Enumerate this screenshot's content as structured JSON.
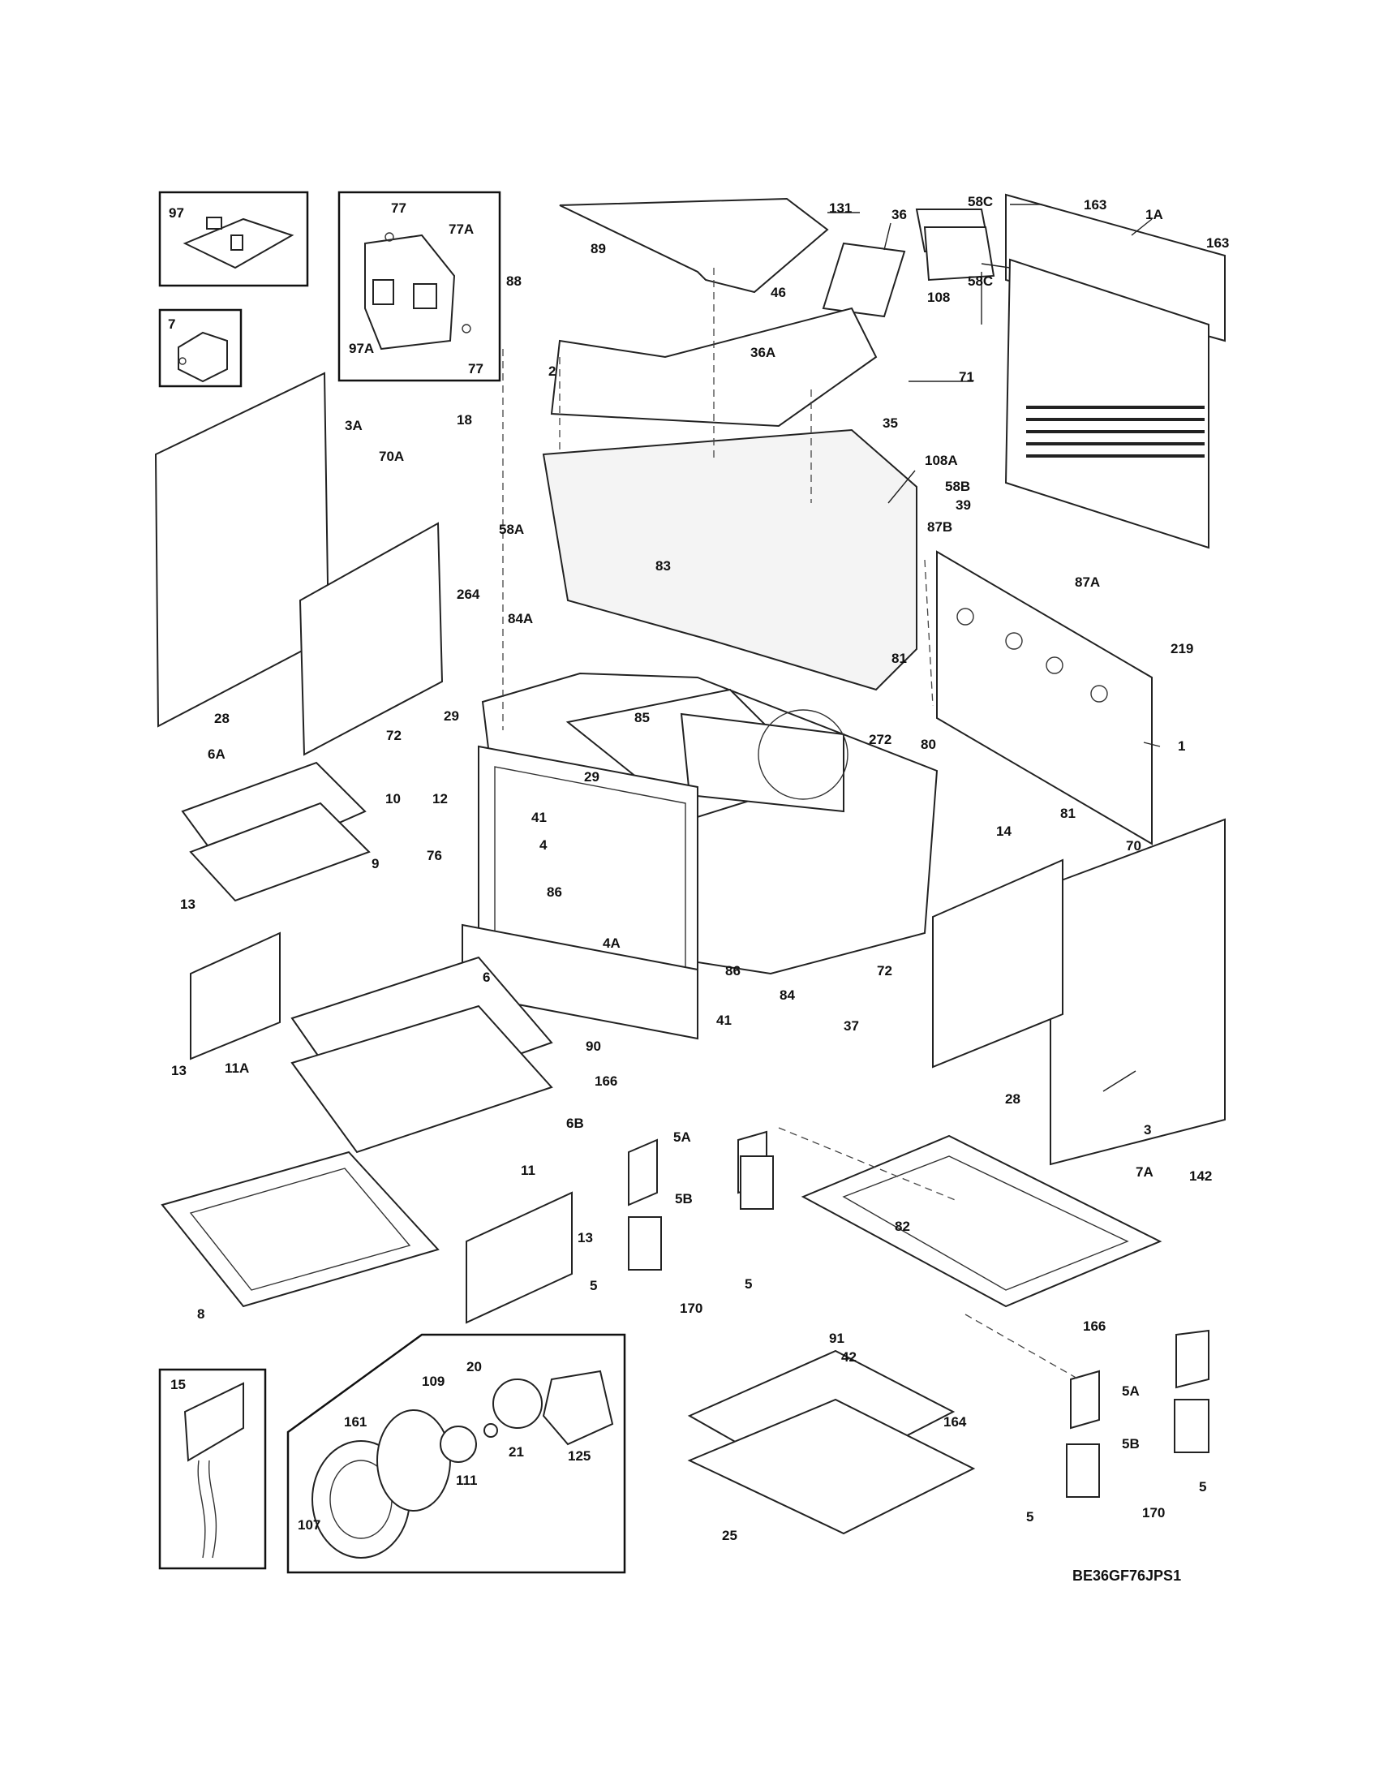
{
  "diagram_code": "BE36GF76JPS1",
  "callouts": [
    {
      "id": "c97",
      "text": "97"
    },
    {
      "id": "c77a",
      "text": "77"
    },
    {
      "id": "c77A",
      "text": "77A"
    },
    {
      "id": "c97A",
      "text": "97A"
    },
    {
      "id": "c77b",
      "text": "77"
    },
    {
      "id": "c7",
      "text": "7"
    },
    {
      "id": "c131",
      "text": "131"
    },
    {
      "id": "c36",
      "text": "36"
    },
    {
      "id": "c58Ca",
      "text": "58C"
    },
    {
      "id": "c163a",
      "text": "163"
    },
    {
      "id": "c1A",
      "text": "1A"
    },
    {
      "id": "c163b",
      "text": "163"
    },
    {
      "id": "c58Cb",
      "text": "58C"
    },
    {
      "id": "c89",
      "text": "89"
    },
    {
      "id": "c88",
      "text": "88"
    },
    {
      "id": "c46",
      "text": "46"
    },
    {
      "id": "c108",
      "text": "108"
    },
    {
      "id": "c36A",
      "text": "36A"
    },
    {
      "id": "c71",
      "text": "71"
    },
    {
      "id": "c2",
      "text": "2"
    },
    {
      "id": "c18",
      "text": "18"
    },
    {
      "id": "c35",
      "text": "35"
    },
    {
      "id": "c108A",
      "text": "108A"
    },
    {
      "id": "c3A",
      "text": "3A"
    },
    {
      "id": "c70A",
      "text": "70A"
    },
    {
      "id": "c58B",
      "text": "58B"
    },
    {
      "id": "c58A",
      "text": "58A"
    },
    {
      "id": "c39",
      "text": "39"
    },
    {
      "id": "c87B",
      "text": "87B"
    },
    {
      "id": "c83",
      "text": "83"
    },
    {
      "id": "c264",
      "text": "264"
    },
    {
      "id": "c84A",
      "text": "84A"
    },
    {
      "id": "c87A",
      "text": "87A"
    },
    {
      "id": "c219",
      "text": "219"
    },
    {
      "id": "c81a",
      "text": "81"
    },
    {
      "id": "c28a",
      "text": "28"
    },
    {
      "id": "c29a",
      "text": "29"
    },
    {
      "id": "c72a",
      "text": "72"
    },
    {
      "id": "c85",
      "text": "85"
    },
    {
      "id": "c272",
      "text": "272"
    },
    {
      "id": "c80",
      "text": "80"
    },
    {
      "id": "c1",
      "text": "1"
    },
    {
      "id": "c6A",
      "text": "6A"
    },
    {
      "id": "c12",
      "text": "12"
    },
    {
      "id": "c29b",
      "text": "29"
    },
    {
      "id": "c10",
      "text": "10"
    },
    {
      "id": "c81b",
      "text": "81"
    },
    {
      "id": "c41a",
      "text": "41"
    },
    {
      "id": "c76",
      "text": "76"
    },
    {
      "id": "c4",
      "text": "4"
    },
    {
      "id": "c14",
      "text": "14"
    },
    {
      "id": "c70",
      "text": "70"
    },
    {
      "id": "c9",
      "text": "9"
    },
    {
      "id": "c86a",
      "text": "86"
    },
    {
      "id": "c13a",
      "text": "13"
    },
    {
      "id": "c4A",
      "text": "4A"
    },
    {
      "id": "c86b",
      "text": "86"
    },
    {
      "id": "c72b",
      "text": "72"
    },
    {
      "id": "c6",
      "text": "6"
    },
    {
      "id": "c84",
      "text": "84"
    },
    {
      "id": "c41b",
      "text": "41"
    },
    {
      "id": "c37",
      "text": "37"
    },
    {
      "id": "c13b",
      "text": "13"
    },
    {
      "id": "c11A",
      "text": "11A"
    },
    {
      "id": "c90",
      "text": "90"
    },
    {
      "id": "c166a",
      "text": "166"
    },
    {
      "id": "c28b",
      "text": "28"
    },
    {
      "id": "c3",
      "text": "3"
    },
    {
      "id": "c6B",
      "text": "6B"
    },
    {
      "id": "c5Aa",
      "text": "5A"
    },
    {
      "id": "c7A",
      "text": "7A"
    },
    {
      "id": "c142",
      "text": "142"
    },
    {
      "id": "c11",
      "text": "11"
    },
    {
      "id": "c5Ba",
      "text": "5B"
    },
    {
      "id": "c82",
      "text": "82"
    },
    {
      "id": "c13c",
      "text": "13"
    },
    {
      "id": "c8",
      "text": "8"
    },
    {
      "id": "c5a",
      "text": "5"
    },
    {
      "id": "c5b",
      "text": "5"
    },
    {
      "id": "c170a",
      "text": "170"
    },
    {
      "id": "c91",
      "text": "91"
    },
    {
      "id": "c166b",
      "text": "166"
    },
    {
      "id": "c15",
      "text": "15"
    },
    {
      "id": "c20",
      "text": "20"
    },
    {
      "id": "c42",
      "text": "42"
    },
    {
      "id": "c109",
      "text": "109"
    },
    {
      "id": "c161",
      "text": "161"
    },
    {
      "id": "c164",
      "text": "164"
    },
    {
      "id": "c5Ab",
      "text": "5A"
    },
    {
      "id": "c21",
      "text": "21"
    },
    {
      "id": "c125",
      "text": "125"
    },
    {
      "id": "c111",
      "text": "111"
    },
    {
      "id": "c5Bb",
      "text": "5B"
    },
    {
      "id": "c5c",
      "text": "5"
    },
    {
      "id": "c107",
      "text": "107"
    },
    {
      "id": "c25",
      "text": "25"
    },
    {
      "id": "c170b",
      "text": "170"
    },
    {
      "id": "c5d",
      "text": "5"
    }
  ]
}
